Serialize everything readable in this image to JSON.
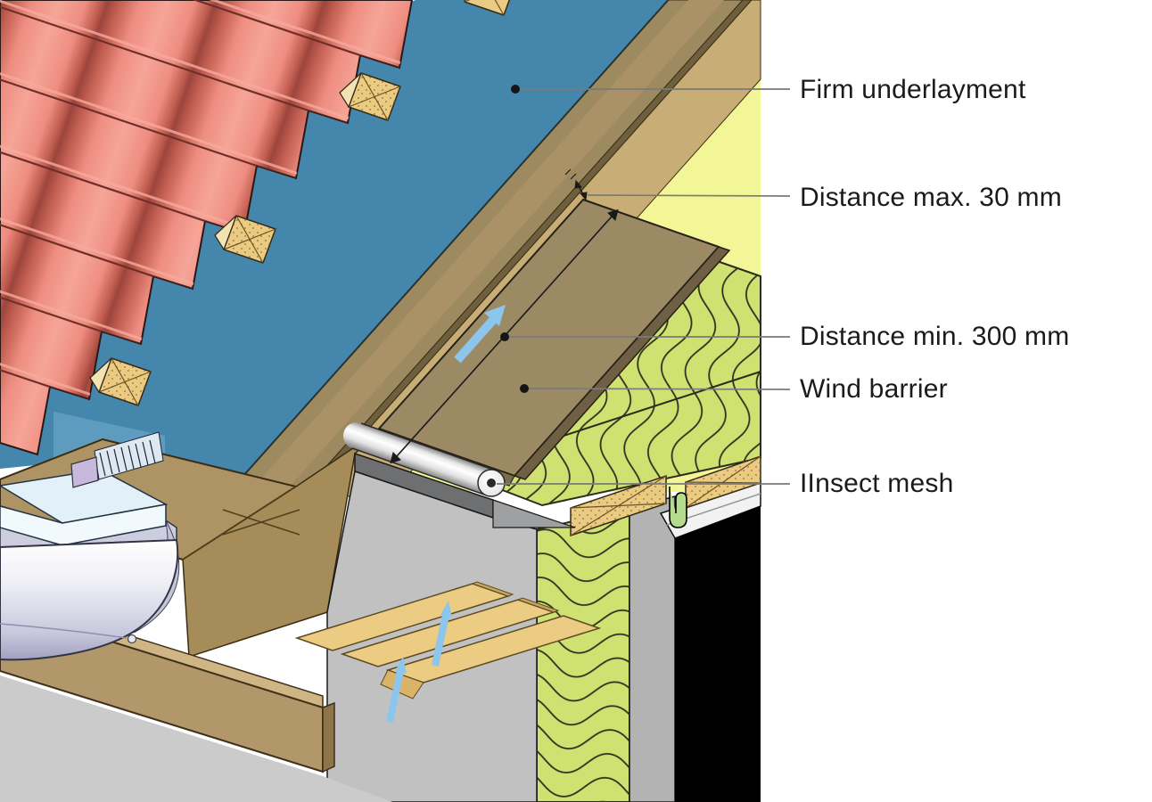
{
  "figure": {
    "type": "construction-detail-diagram",
    "subject": "roof eave ventilation and wind barrier detail"
  },
  "annotations": [
    {
      "id": "firm-underlayment",
      "text": "Firm underlayment"
    },
    {
      "id": "distance-max-30",
      "text": "Distance max. 30 mm"
    },
    {
      "id": "distance-min-300",
      "text": "Distance min. 300 mm"
    },
    {
      "id": "wind-barrier",
      "text": "Wind barrier"
    },
    {
      "id": "insect-mesh",
      "text": "IInsect mesh"
    }
  ],
  "icons": {
    "airflow_arrow": "light-blue upward airflow arrow",
    "measure_arrow": "black double-headed measurement arrow",
    "leader_dot": "black anchor dot on leader line"
  },
  "palette": {
    "tile_red": "#EE8D81",
    "tile_shadow": "#9C453D",
    "underlayment_blue": "#4587AC",
    "wood_brown": "#9D8A60",
    "wood_tan": "#C9AD76",
    "wind_barrier_brown": "#9B8A63",
    "wall_yellow": "#F3F696",
    "insulation_green": "#CFE271",
    "batten_wood": "#EBCA81",
    "wall_grey": "#C1C1C1",
    "gutter_lavender": "#D9D9EA",
    "airflow_blue": "#8CC6EC",
    "leader_grey": "#7A7A7A",
    "label_text": "#1B1B1B",
    "interior_black": "#000000"
  }
}
